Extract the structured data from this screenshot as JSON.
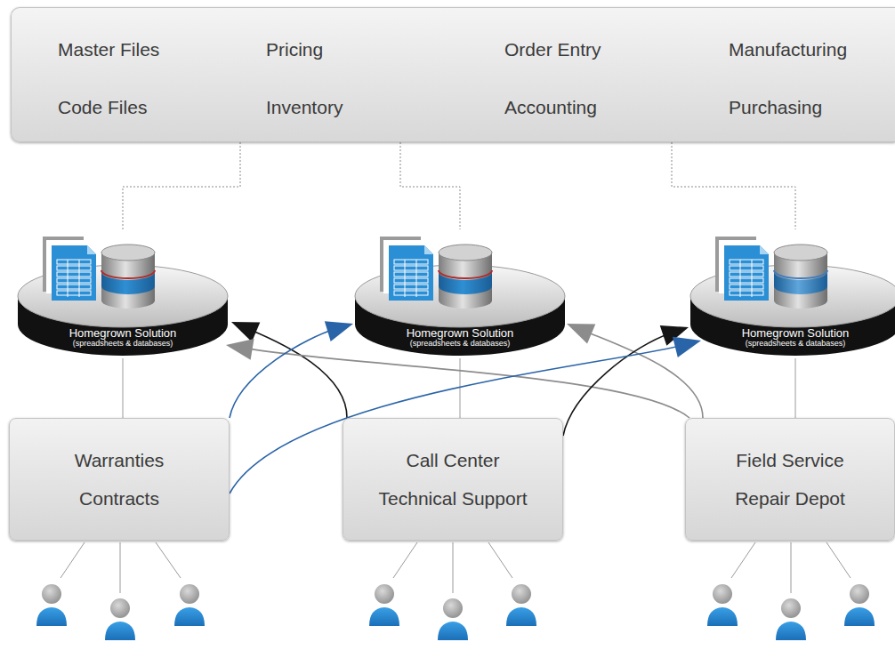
{
  "diagram": {
    "nodes": [
      {
        "text": [
          "Master Files",
          "Pricing",
          "Order Entry",
          "Manufacturing",
          "Code Files",
          "Inventory",
          "Accounting",
          "Purchasing"
        ]
      },
      {
        "text": [
          "Homegrown Solution",
          "(spreadsheets & databases)"
        ]
      },
      {
        "text": [
          "Homegrown Solution",
          "(spreadsheets & databases)"
        ]
      },
      {
        "text": [
          "Homegrown Solution",
          "(spreadsheets & databases)"
        ]
      },
      {
        "text": [
          "Warranties",
          "Contracts"
        ]
      },
      {
        "text": [
          "Call Center",
          "Technical Support"
        ]
      },
      {
        "text": [
          "Field Service",
          "Repair Depot"
        ]
      }
    ],
    "edges": [
      {
        "from": 0,
        "to": 1,
        "arrow": "none"
      },
      {
        "from": 0,
        "to": 2,
        "arrow": "none"
      },
      {
        "from": 0,
        "to": 3,
        "arrow": "none"
      },
      {
        "from": 1,
        "to": 4,
        "arrow": "none"
      },
      {
        "from": 2,
        "to": 5,
        "arrow": "none"
      },
      {
        "from": 3,
        "to": 6,
        "arrow": "none"
      },
      {
        "from": 5,
        "to": 1,
        "arrow": "to"
      },
      {
        "from": 6,
        "to": 1,
        "arrow": "to"
      },
      {
        "from": 4,
        "to": 2,
        "arrow": "to"
      },
      {
        "from": 6,
        "to": 2,
        "arrow": "to"
      },
      {
        "from": 5,
        "to": 3,
        "arrow": "to"
      },
      {
        "from": 4,
        "to": 3,
        "arrow": "to"
      }
    ]
  }
}
